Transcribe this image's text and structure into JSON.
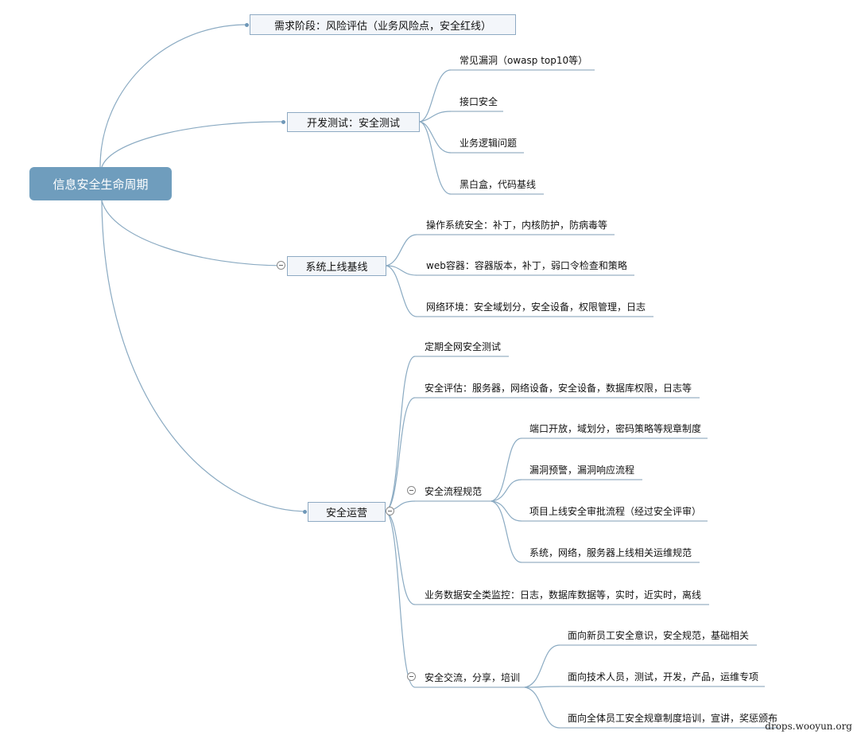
{
  "root": "信息安全生命周期",
  "branches": {
    "requirement": "需求阶段：风险评估（业务风险点，安全红线）",
    "devtest": {
      "title": "开发测试：安全测试",
      "items": [
        "常见漏洞（owasp top10等）",
        "接口安全",
        "业务逻辑问题",
        "黑白盒，代码基线"
      ]
    },
    "baseline": {
      "title": "系统上线基线",
      "items": [
        "操作系统安全：补丁，内核防护，防病毒等",
        "web容器：容器版本，补丁，弱口令检查和策略",
        "网络环境：安全域划分，安全设备，权限管理，日志"
      ]
    },
    "ops": {
      "title": "安全运营",
      "items": {
        "pentest": "定期全网安全测试",
        "assessment": "安全评估：服务器，网络设备，安全设备，数据库权限，日志等",
        "process": {
          "title": "安全流程规范",
          "items": [
            "端口开放，域划分，密码策略等规章制度",
            "漏洞预警，漏洞响应流程",
            "项目上线安全审批流程（经过安全评审）",
            "系统，网络，服务器上线相关运维规范"
          ]
        },
        "monitor": "业务数据安全类监控：日志，数据库数据等，实时，近实时，离线",
        "training": {
          "title": "安全交流，分享，培训",
          "items": [
            "面向新员工安全意识，安全规范，基础相关",
            "面向技术人员，测试，开发，产品，运维专项",
            "面向全体员工安全规章制度培训，宣讲，奖惩颁布"
          ]
        }
      }
    }
  },
  "watermark": "drops.wooyun.org",
  "colors": {
    "root_fill": "#6f9dbd",
    "line": "#8aaac2",
    "node_fill": "#f3f6fa",
    "node_border": "#8eaac3"
  }
}
